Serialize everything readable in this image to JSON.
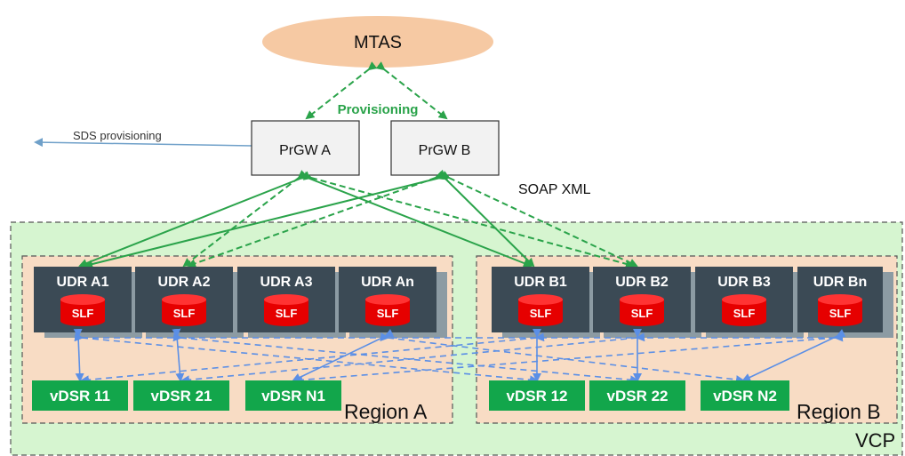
{
  "mtas": {
    "label": "MTAS"
  },
  "provisioning_label": "Provisioning",
  "sds_provisioning_label": "SDS provisioning",
  "soap_label": "SOAP XML",
  "gateways": {
    "a": "PrGW A",
    "b": "PrGW B"
  },
  "region_a": {
    "label": "Region A",
    "udrs": [
      {
        "label": "UDR A1"
      },
      {
        "label": "UDR A2"
      },
      {
        "label": "UDR A3"
      },
      {
        "label": "UDR An"
      }
    ],
    "vdsrs": [
      {
        "label": "vDSR 11"
      },
      {
        "label": "vDSR 21"
      },
      {
        "label": "vDSR N1"
      }
    ]
  },
  "region_b": {
    "label": "Region B",
    "udrs": [
      {
        "label": "UDR B1"
      },
      {
        "label": "UDR B2"
      },
      {
        "label": "UDR B3"
      },
      {
        "label": "UDR Bn"
      }
    ],
    "vdsrs": [
      {
        "label": "vDSR 12"
      },
      {
        "label": "vDSR 22"
      },
      {
        "label": "vDSR N2"
      }
    ]
  },
  "slf_label": "SLF",
  "vcp_label": "VCP",
  "colors": {
    "vcp_fill": "#d6f5d0",
    "region_fill": "#f8dcc4",
    "udr_fill": "#3b4a55",
    "udr_shadow": "#8c9ba3",
    "slf_red": "#e60000",
    "vdsr_green": "#12a64b",
    "mtas_fill": "#f6c9a3",
    "green_arrow": "#2aa34a",
    "blue_arrow": "#5b8fe6"
  }
}
